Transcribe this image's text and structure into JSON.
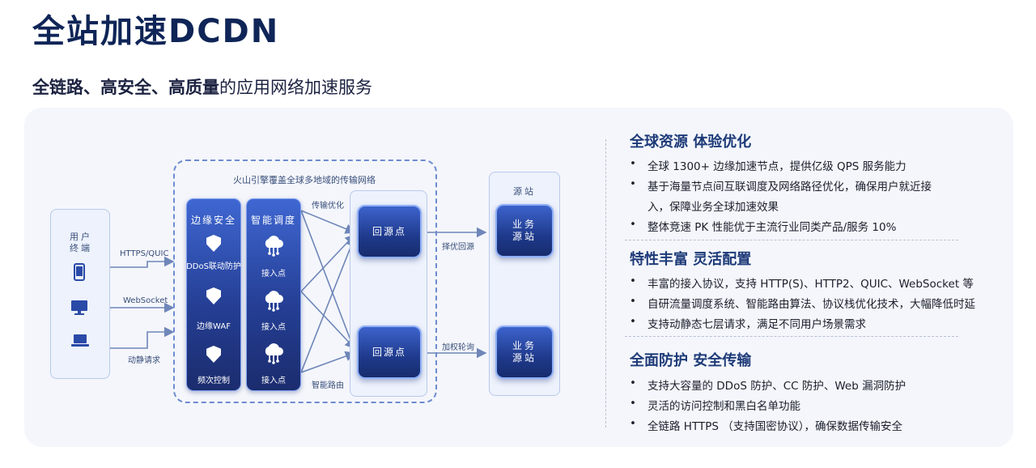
{
  "header": {
    "title": "全站加速DCDN",
    "subtitle_bold": "全链路、高安全、高质量",
    "subtitle_rest": "的应用网络加速服务"
  },
  "diagram": {
    "user_terminal": {
      "label_line1": "用户",
      "label_line2": "终端",
      "icons": [
        "phone-icon",
        "monitor-icon",
        "laptop-icon"
      ]
    },
    "protocols": [
      "HTTPS/QUIC",
      "WebSocket",
      "动静请求"
    ],
    "network_title": "火山引擎覆盖全球多地域的传输网络",
    "edge_security": {
      "title": "边缘安全",
      "items": [
        "DDoS联动防护",
        "边缘WAF",
        "频次控制"
      ]
    },
    "smart_scheduling": {
      "title": "智能调度",
      "items": [
        "接入点",
        "接入点",
        "接入点"
      ]
    },
    "transit_labels": {
      "top": "传输优化",
      "bottom": "智能路由"
    },
    "return_nodes": [
      "回源点",
      "回源点"
    ],
    "return_labels": [
      "择优回源",
      "加权轮询"
    ],
    "origin": {
      "title": "源站",
      "nodes": [
        {
          "line1": "业务",
          "line2": "源站"
        },
        {
          "line1": "业务",
          "line2": "源站"
        }
      ]
    },
    "colors": {
      "accent": "#2a4aa8",
      "line": "#6f86b8"
    }
  },
  "features": [
    {
      "title": "全球资源 体验优化",
      "bullets": [
        "全球 1300+ 边缘加速节点，提供亿级 QPS 服务能力",
        "基于海量节点间互联调度及网络路径优化，确保用户就近接",
        "整体竞速 PK 性能优于主流行业同类产品/服务 10%"
      ],
      "continuation": "入，保障业务全球加速效果"
    },
    {
      "title": "特性丰富 灵活配置",
      "bullets": [
        "丰富的接入协议，支持 HTTP(S)、HTTP2、QUIC、WebSocket 等",
        "自研流量调度系统、智能路由算法、协议栈优化技术，大幅降低时延",
        "支持动静态七层请求，满足不同用户场景需求"
      ]
    },
    {
      "title": "全面防护 安全传输",
      "bullets": [
        "支持大容量的 DDoS 防护、CC 防护、Web 漏洞防护",
        "灵活的访问控制和黑白名单功能",
        "全链路 HTTPS （支持国密协议），确保数据传输安全"
      ]
    }
  ]
}
